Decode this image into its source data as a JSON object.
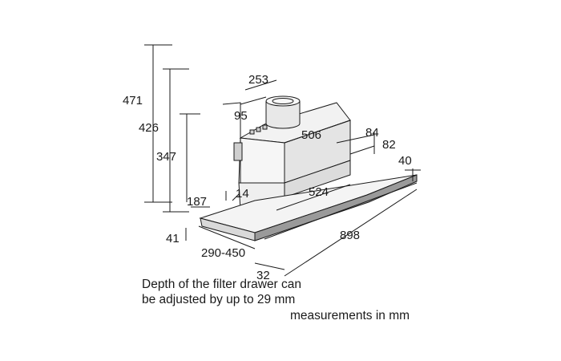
{
  "dimensions": {
    "total_height": "471",
    "height_426": "426",
    "height_347": "347",
    "width_253": "253",
    "depth_95": "95",
    "width_506": "506",
    "offset_84": "84",
    "offset_82": "82",
    "drawer_height": "40",
    "depth_14": "14",
    "depth_187": "187",
    "width_524": "524",
    "front_41": "41",
    "width_898": "898",
    "range_290_450": "290-450",
    "offset_32": "32"
  },
  "notes": {
    "depth_note": "Depth of the filter drawer can be adjusted by up to 29 mm",
    "units_note": "measurements in mm"
  },
  "colors": {
    "line": "#1a1a1a",
    "body_fill": "#ededed",
    "shade": "#d0d0d0",
    "dark": "#9a9a9a"
  }
}
